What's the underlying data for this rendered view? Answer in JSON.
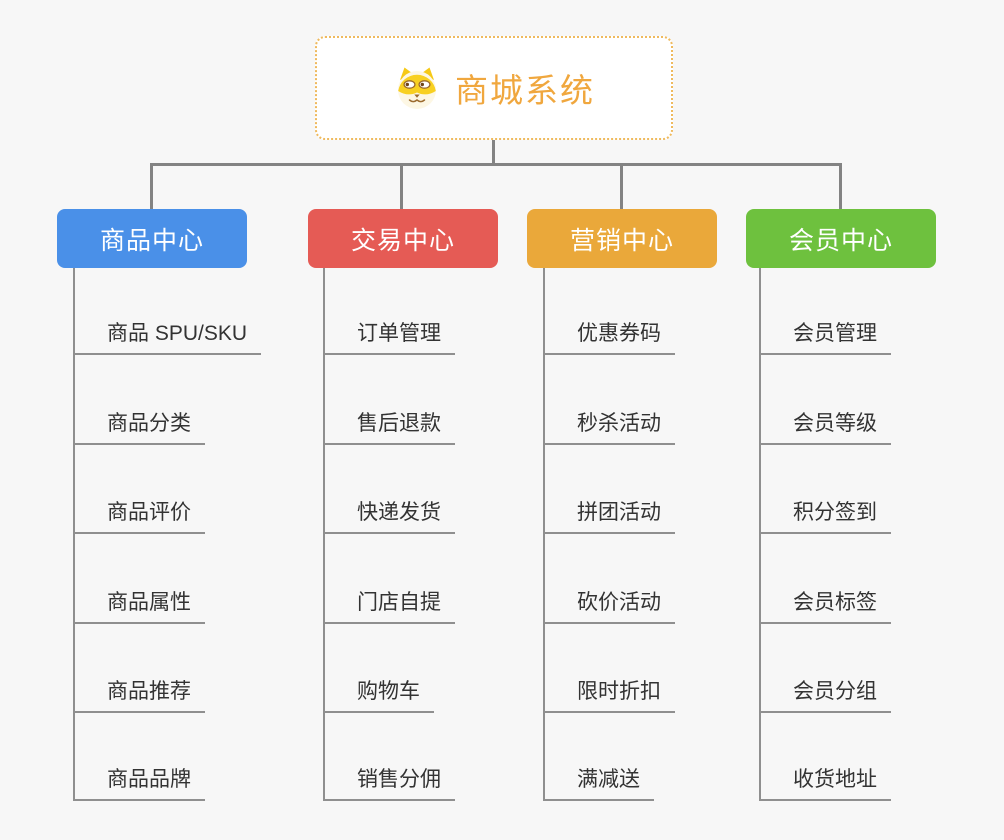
{
  "root": {
    "label": "商城系统",
    "icon": "shiba-dog-face-icon"
  },
  "branches": [
    {
      "label": "商品中心",
      "color": "#4a90e8",
      "items": [
        "商品 SPU/SKU",
        "商品分类",
        "商品评价",
        "商品属性",
        "商品推荐",
        "商品品牌"
      ]
    },
    {
      "label": "交易中心",
      "color": "#e55b55",
      "items": [
        "订单管理",
        "售后退款",
        "快递发货",
        "门店自提",
        "购物车",
        "销售分佣"
      ]
    },
    {
      "label": "营销中心",
      "color": "#eaa83a",
      "items": [
        "优惠券码",
        "秒杀活动",
        "拼团活动",
        "砍价活动",
        "限时折扣",
        "满减送"
      ]
    },
    {
      "label": "会员中心",
      "color": "#6ec13e",
      "items": [
        "会员管理",
        "会员等级",
        "积分签到",
        "会员标签",
        "会员分组",
        "收货地址"
      ]
    }
  ],
  "colors": {
    "background": "#f7f7f7",
    "root_accent": "#f0a73e",
    "root_border": "#efba5e",
    "connector_gray": "#838383",
    "leaf_line_gray": "#8f8f8f",
    "leaf_text": "#333333"
  }
}
